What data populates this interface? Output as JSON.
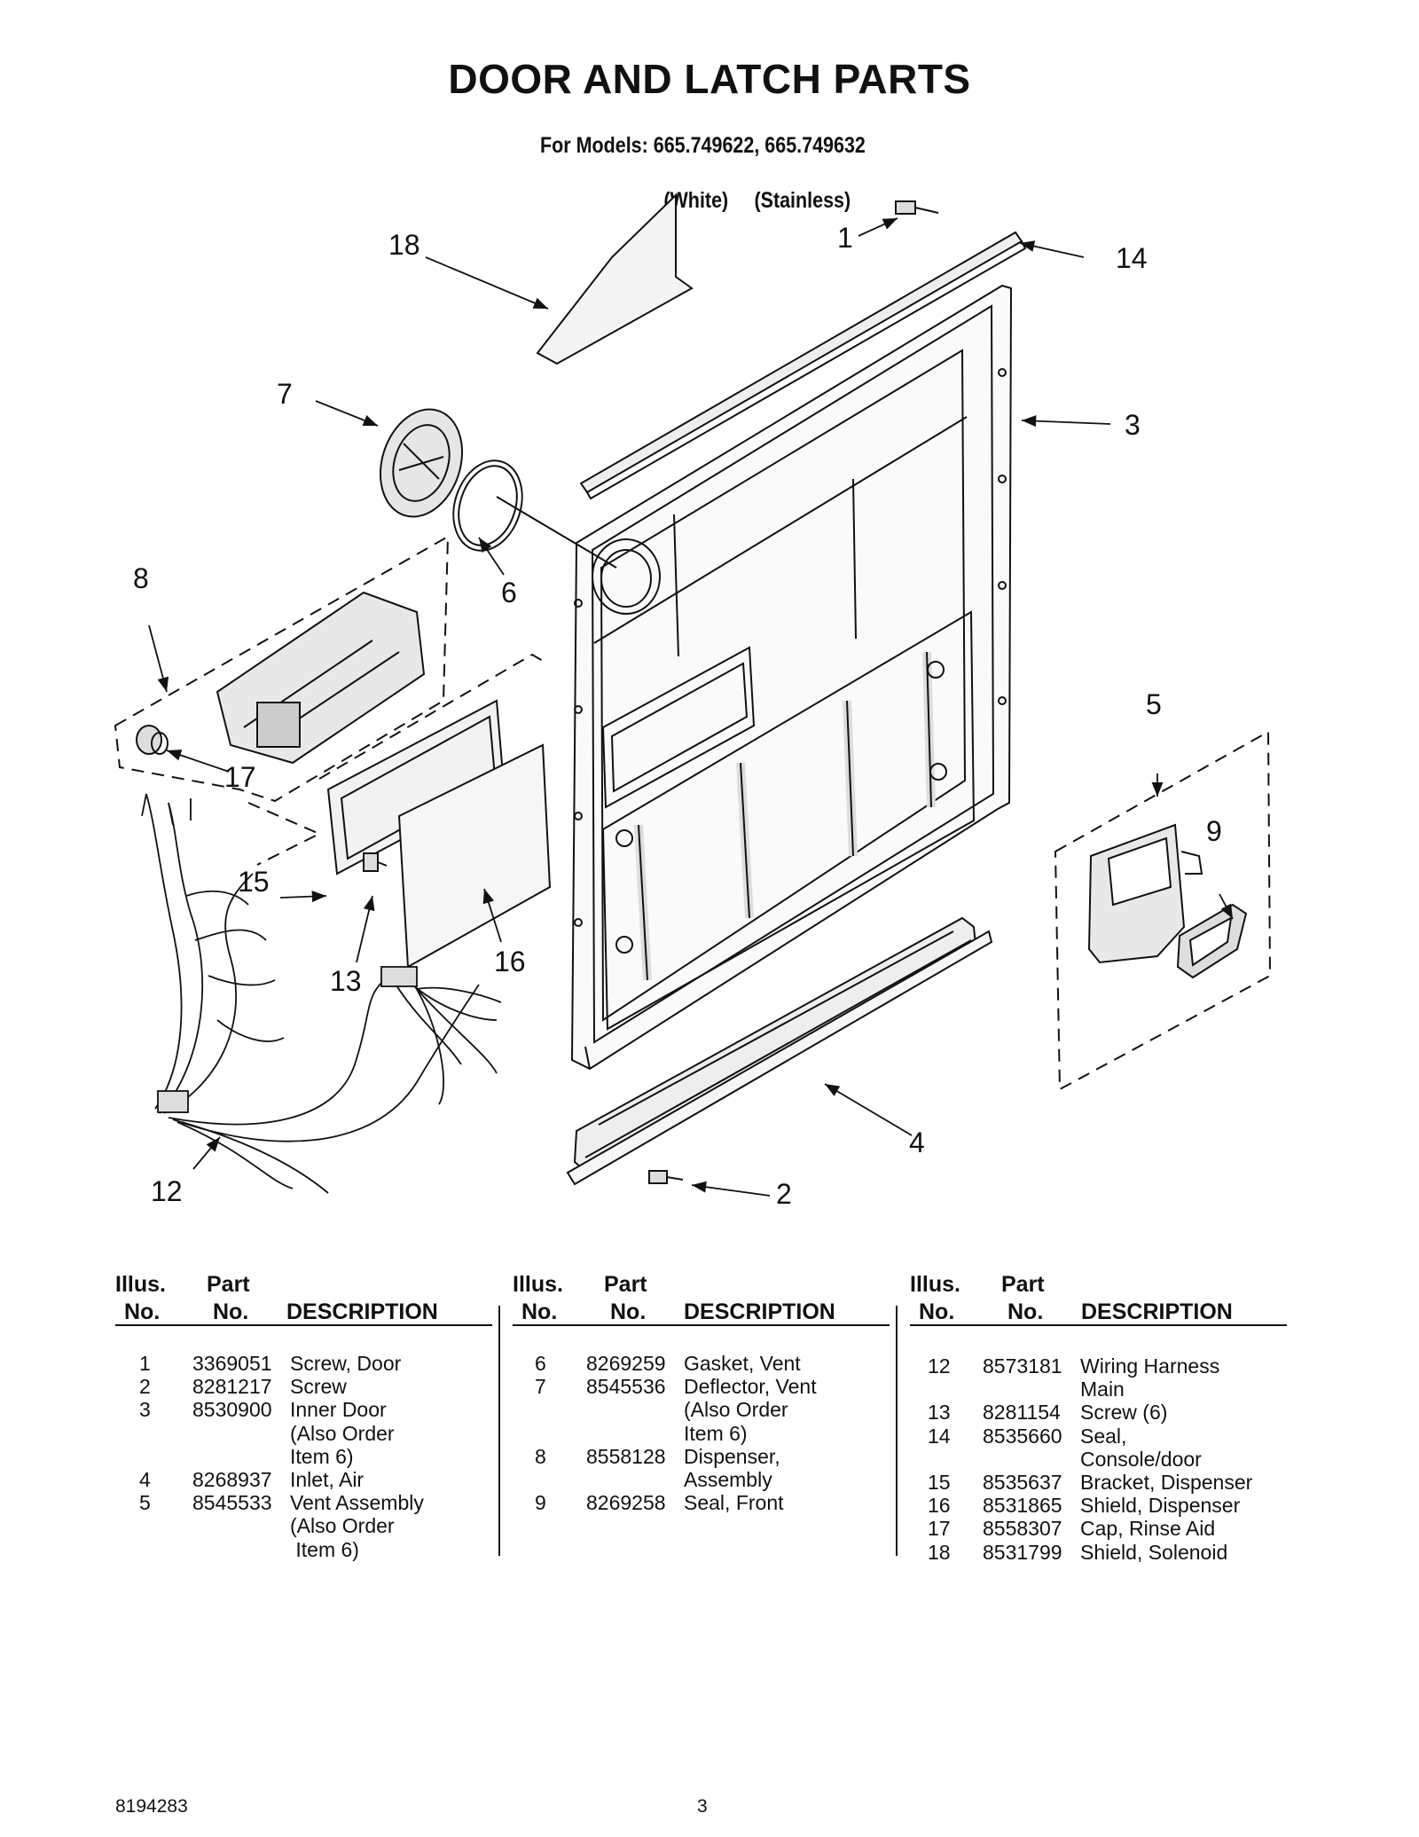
{
  "header": {
    "title": "DOOR AND LATCH PARTS",
    "models_line": "For Models: 665.749622, 665.749632",
    "finish_white": "(White)",
    "finish_stainless": "(Stainless)"
  },
  "callouts": [
    "1",
    "14",
    "18",
    "7",
    "3",
    "8",
    "6",
    "5",
    "9",
    "17",
    "15",
    "16",
    "13",
    "12",
    "4",
    "2"
  ],
  "table": {
    "headers": {
      "illus_line1": "Illus.",
      "illus_line2": "No.",
      "part_line1": "Part",
      "part_line2": "No.",
      "description": "DESCRIPTION"
    },
    "columns": [
      [
        {
          "illus": "1",
          "part": "3369051",
          "desc": [
            "Screw, Door"
          ]
        },
        {
          "illus": "2",
          "part": "8281217",
          "desc": [
            "Screw"
          ]
        },
        {
          "illus": "3",
          "part": "8530900",
          "desc": [
            "Inner Door",
            "(Also Order",
            "Item 6)"
          ]
        },
        {
          "illus": "4",
          "part": "8268937",
          "desc": [
            "Inlet, Air"
          ]
        },
        {
          "illus": "5",
          "part": "8545533",
          "desc": [
            "Vent Assembly",
            "(Also Order",
            " Item 6)"
          ]
        }
      ],
      [
        {
          "illus": "6",
          "part": "8269259",
          "desc": [
            "Gasket, Vent"
          ]
        },
        {
          "illus": "7",
          "part": "8545536",
          "desc": [
            "Deflector, Vent",
            "(Also Order",
            "Item 6)"
          ]
        },
        {
          "illus": "8",
          "part": "8558128",
          "desc": [
            "Dispenser,",
            "Assembly"
          ]
        },
        {
          "illus": "9",
          "part": "8269258",
          "desc": [
            "Seal, Front"
          ]
        }
      ],
      [
        {
          "illus": "12",
          "part": "8573181",
          "desc": [
            "Wiring Harness",
            "Main"
          ]
        },
        {
          "illus": "13",
          "part": "8281154",
          "desc": [
            "Screw (6)"
          ]
        },
        {
          "illus": "14",
          "part": "8535660",
          "desc": [
            "Seal,",
            "Console/door"
          ]
        },
        {
          "illus": "15",
          "part": "8535637",
          "desc": [
            "Bracket, Dispenser"
          ]
        },
        {
          "illus": "16",
          "part": "8531865",
          "desc": [
            "Shield, Dispenser"
          ]
        },
        {
          "illus": "17",
          "part": "8558307",
          "desc": [
            "Cap, Rinse Aid"
          ]
        },
        {
          "illus": "18",
          "part": "8531799",
          "desc": [
            "Shield, Solenoid"
          ]
        }
      ]
    ]
  },
  "footer": {
    "doc_number": "8194283",
    "page_number": "3"
  }
}
